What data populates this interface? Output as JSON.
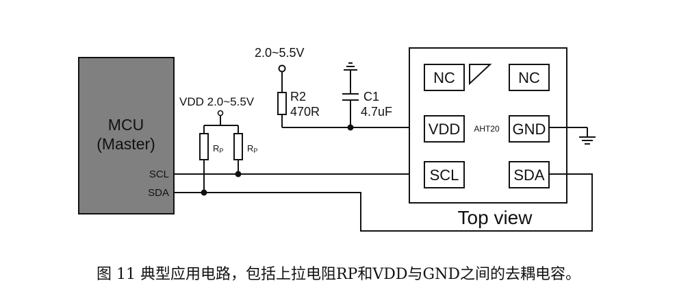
{
  "mcu": {
    "name": "MCU",
    "role": "(Master)",
    "pin_scl": "SCL",
    "pin_sda": "SDA"
  },
  "pullups": {
    "vdd_label": "VDD 2.0~5.5V",
    "rp1": "R",
    "rp1_sub": "P",
    "rp2": "R",
    "rp2_sub": "P"
  },
  "supply": {
    "voltage": "2.0~5.5V",
    "r2_name": "R2",
    "r2_value": "470R",
    "c1_name": "C1",
    "c1_value": "4.7uF"
  },
  "sensor": {
    "part": "AHT20",
    "view": "Top view",
    "pins": {
      "nc_left": "NC",
      "nc_right": "NC",
      "vdd": "VDD",
      "gnd": "GND",
      "scl": "SCL",
      "sda": "SDA"
    }
  },
  "caption": "图 11 典型应用电路，包括上拉电阻RP和VDD与GND之间的去耦电容。",
  "colors": {
    "mcu_fill": "#808080",
    "line": "#111111"
  }
}
